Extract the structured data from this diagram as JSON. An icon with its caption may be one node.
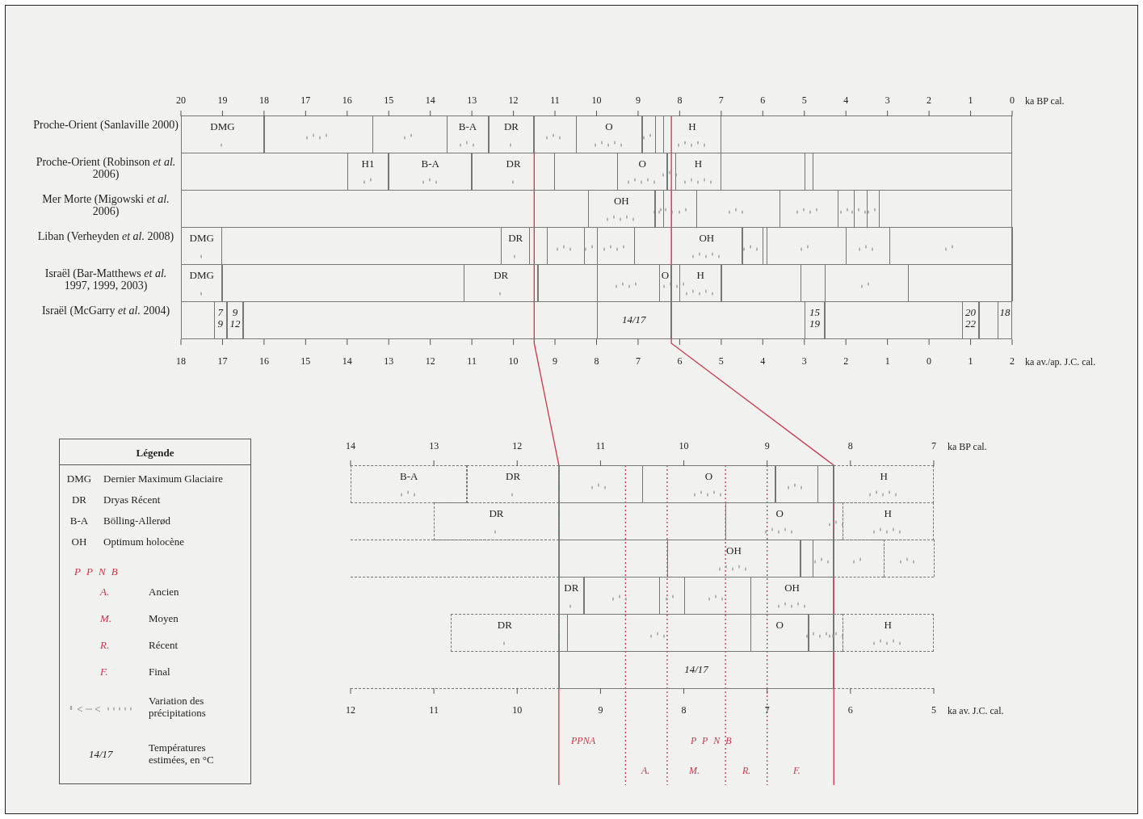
{
  "diagram": {
    "nodes": [
      {
        "text": [
          "DMG"
        ]
      },
      {
        "text": [
          "B-A"
        ]
      },
      {
        "text": [
          "DR"
        ]
      },
      {
        "text": [
          "O"
        ]
      },
      {
        "text": [
          "H"
        ]
      },
      {
        "text": [
          "H1"
        ]
      },
      {
        "text": [
          "B-A"
        ]
      },
      {
        "text": [
          "DR"
        ]
      },
      {
        "text": [
          "O"
        ]
      },
      {
        "text": [
          "H"
        ]
      },
      {
        "text": [
          "OH"
        ]
      },
      {
        "text": [
          "DMG"
        ]
      },
      {
        "text": [
          "DR"
        ]
      },
      {
        "text": [
          "OH"
        ]
      },
      {
        "text": [
          "DMG"
        ]
      },
      {
        "text": [
          "DR"
        ]
      },
      {
        "text": [
          "O"
        ]
      },
      {
        "text": [
          "H"
        ]
      },
      {
        "text": [
          "7 9"
        ]
      },
      {
        "text": [
          "9 12"
        ]
      },
      {
        "text": [
          "14/17"
        ]
      },
      {
        "text": [
          "15 19"
        ]
      },
      {
        "text": [
          "20 22"
        ]
      },
      {
        "text": [
          "18"
        ]
      },
      {
        "text": [
          "B-A"
        ]
      },
      {
        "text": [
          "DR"
        ]
      },
      {
        "text": [
          "O"
        ]
      },
      {
        "text": [
          "H"
        ]
      },
      {
        "text": [
          "DR"
        ]
      },
      {
        "text": [
          "O"
        ]
      },
      {
        "text": [
          "H"
        ]
      },
      {
        "text": [
          "OH"
        ]
      },
      {
        "text": [
          "DR"
        ]
      },
      {
        "text": [
          "OH"
        ]
      },
      {
        "text": [
          "DR"
        ]
      },
      {
        "text": [
          "O"
        ]
      },
      {
        "text": [
          "H"
        ]
      },
      {
        "text": [
          "14/17"
        ]
      },
      {
        "text": [
          "Légende"
        ]
      }
    ],
    "labels": [
      "Proche-Orient (Sanlaville 2000)",
      "Proche-Orient (Robinson *et al.* 2006)",
      "Mer Morte (Migowski *et al.* 2006)",
      "Liban (Verheyden *et al.* 2008)",
      "Israël (Bar-Matthews *et al.* 1997, 1999, 2003)",
      "Israël (McGarry *et al.* 2004)",
      "20",
      "19",
      "18",
      "17",
      "16",
      "15",
      "14",
      "13",
      "12",
      "11",
      "10",
      "9",
      "8",
      "7",
      "6",
      "5",
      "4",
      "3",
      "2",
      "1",
      "0",
      "ka BP cal.",
      "18",
      "17",
      "16",
      "15",
      "14",
      "13",
      "12",
      "11",
      "10",
      "9",
      "8",
      "7",
      "6",
      "5",
      "4",
      "3",
      "2",
      "1",
      "0",
      "1",
      "2",
      "ka av./ap. J.C. cal.",
      "14",
      "13",
      "12",
      "11",
      "10",
      "9",
      "8",
      "7",
      "ka BP cal.",
      "12",
      "11",
      "10",
      "9",
      "8",
      "7",
      "6",
      "5",
      "ka av. J.C. cal.",
      "PPNA",
      "P P N B",
      "A.",
      "M.",
      "R.",
      "F.",
      "DMG",
      "Dernier Maximum Glaciaire",
      "DR",
      "Dryas Récent",
      "B-A",
      "Bölling-Allerød",
      "OH",
      "Optimum holocène",
      "P P N B",
      "A.",
      "Ancien",
      "M.",
      "Moyen",
      "R.",
      "Récent",
      "F.",
      "Final",
      "Variation des précipitations",
      "14/17",
      "Températures estimées, en °C"
    ]
  }
}
